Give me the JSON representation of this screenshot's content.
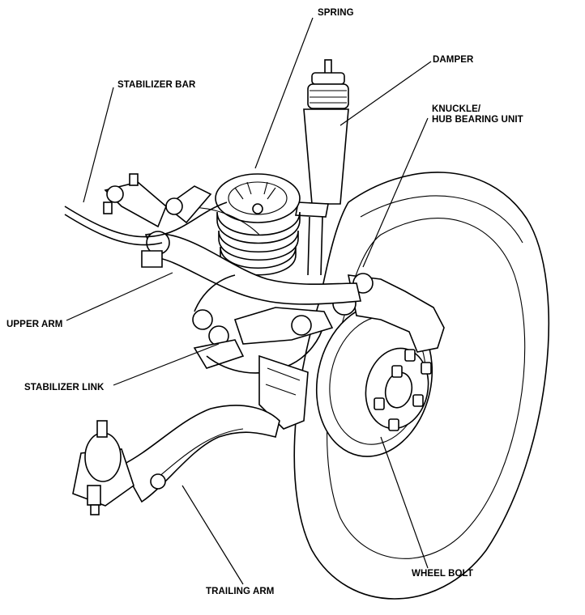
{
  "labels": {
    "spring": "SPRING",
    "damper": "DAMPER",
    "stabilizer_bar": "STABILIZER BAR",
    "knuckle_line1": "KNUCKLE/",
    "knuckle_line2": "HUB BEARING UNIT",
    "upper_arm": "UPPER ARM",
    "stabilizer_link": "STABILIZER LINK",
    "wheel_bolt": "WHEEL BOLT",
    "trailing_arm": "TRAILING ARM"
  }
}
